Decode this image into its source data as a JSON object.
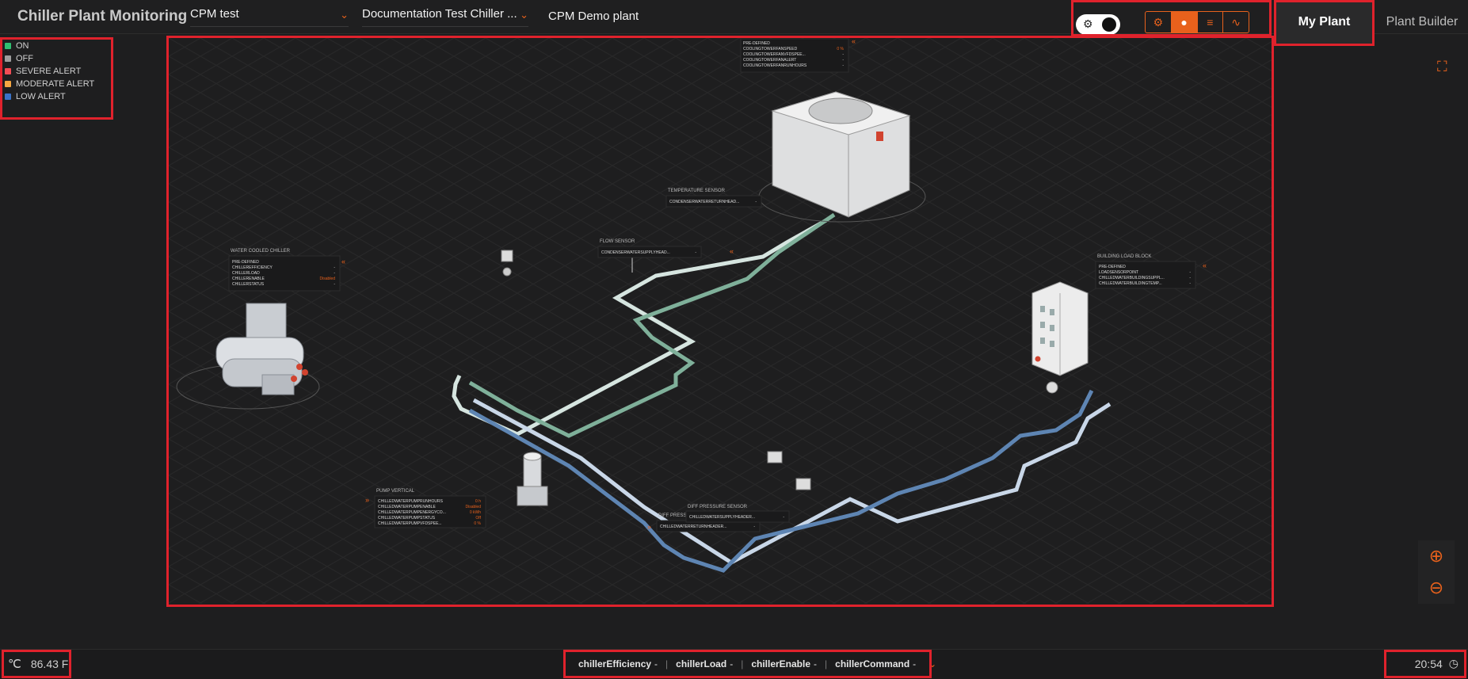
{
  "header": {
    "app_title": "Chiller Plant Monitoring",
    "dropdown_1": "CPM test",
    "dropdown_2": "Documentation Test Chiller ...",
    "plant_label": "CPM Demo plant",
    "theme_icon": "sun-icon",
    "view_buttons": [
      "3d-view-icon",
      "dot-view-icon",
      "list-view-icon",
      "trend-view-icon"
    ],
    "active_view": 1
  },
  "tabs": [
    {
      "label": "My Plant",
      "active": true
    },
    {
      "label": "Plant Builder",
      "active": false
    }
  ],
  "legend": [
    {
      "label": "ON",
      "color": "#2fbf71"
    },
    {
      "label": "OFF",
      "color": "#9e9e9e"
    },
    {
      "label": "SEVERE ALERT",
      "color": "#f14d55"
    },
    {
      "label": "MODERATE ALERT",
      "color": "#f5a742"
    },
    {
      "label": "LOW ALERT",
      "color": "#3a72c7"
    }
  ],
  "panels": {
    "chiller": {
      "title": "WATER COOLED CHILLER",
      "rows": [
        {
          "label": "PRE-DEFINED",
          "value": ""
        },
        {
          "label": "CHILLEREFFICIENCY",
          "value": "-"
        },
        {
          "label": "CHILLERLOAD",
          "value": "-"
        },
        {
          "label": "CHILLERENABLE",
          "value": "Disabled"
        },
        {
          "label": "CHILLERSTATUS",
          "value": "-"
        }
      ]
    },
    "cooling_tower": {
      "title": "",
      "rows": [
        {
          "label": "PRE-DEFINED",
          "value": ""
        },
        {
          "label": "COOLINGTOWERFANSPEED",
          "value": "0 %"
        },
        {
          "label": "COOLINGTOWERFANVFDSPEE...",
          "value": "-"
        },
        {
          "label": "COOLINGTOWERFANALERT",
          "value": "-"
        },
        {
          "label": "COOLINGTOWERFANRUNHOURS",
          "value": "-"
        }
      ]
    },
    "temp_sensor": {
      "title": "TEMPERATURE SENSOR",
      "rows": [
        {
          "label": "CONDENSERWATERRETURNHEAD...",
          "value": "-"
        }
      ]
    },
    "flow_sensor": {
      "title": "FLOW SENSOR",
      "rows": [
        {
          "label": "CONDENSERWATERSUPPLYHEAD...",
          "value": "-"
        }
      ]
    },
    "building": {
      "title": "BUILDING LOAD BLOCK",
      "rows": [
        {
          "label": "PRE-DEFINED",
          "value": ""
        },
        {
          "label": "LOADSENSORPOINT",
          "value": "-"
        },
        {
          "label": "CHILLEDWATERBUILDINGSUPPL...",
          "value": "-"
        },
        {
          "label": "CHILLEDWATERBUILDINGTEMP...",
          "value": "-"
        }
      ]
    },
    "pump": {
      "title": "PUMP VERTICAL",
      "rows": [
        {
          "label": "CHILLEDWATERPUMPRUNHOURS",
          "value": "0 h"
        },
        {
          "label": "CHILLEDWATERPUMPENABLE",
          "value": "Disabled"
        },
        {
          "label": "CHILLEDWATERPUMPENERGYCO...",
          "value": "0 kWh"
        },
        {
          "label": "CHILLEDWATERPUMPSTATUS",
          "value": "Off"
        },
        {
          "label": "CHILLEDWATERPUMPVFDSPEE...",
          "value": "0 %"
        }
      ]
    },
    "diff_pressure_1": {
      "title": "DIFF PRESSURE SENSOR",
      "rows": [
        {
          "label": "CHILLEDWATERRETURNHEADER...",
          "value": "-"
        }
      ]
    },
    "diff_pressure_2": {
      "title": "DIFF PRESSURE SENSOR",
      "rows": [
        {
          "label": "CHILLEDWATERSUPPLYHEADER...",
          "value": "-"
        }
      ]
    }
  },
  "footer": {
    "temperature": "86.43 F",
    "metrics": [
      {
        "name": "chillerEfficiency",
        "value": "-"
      },
      {
        "name": "chillerLoad",
        "value": "-"
      },
      {
        "name": "chillerEnable",
        "value": "-"
      },
      {
        "name": "chillerCommand",
        "value": "-"
      }
    ],
    "time": "20:54"
  }
}
